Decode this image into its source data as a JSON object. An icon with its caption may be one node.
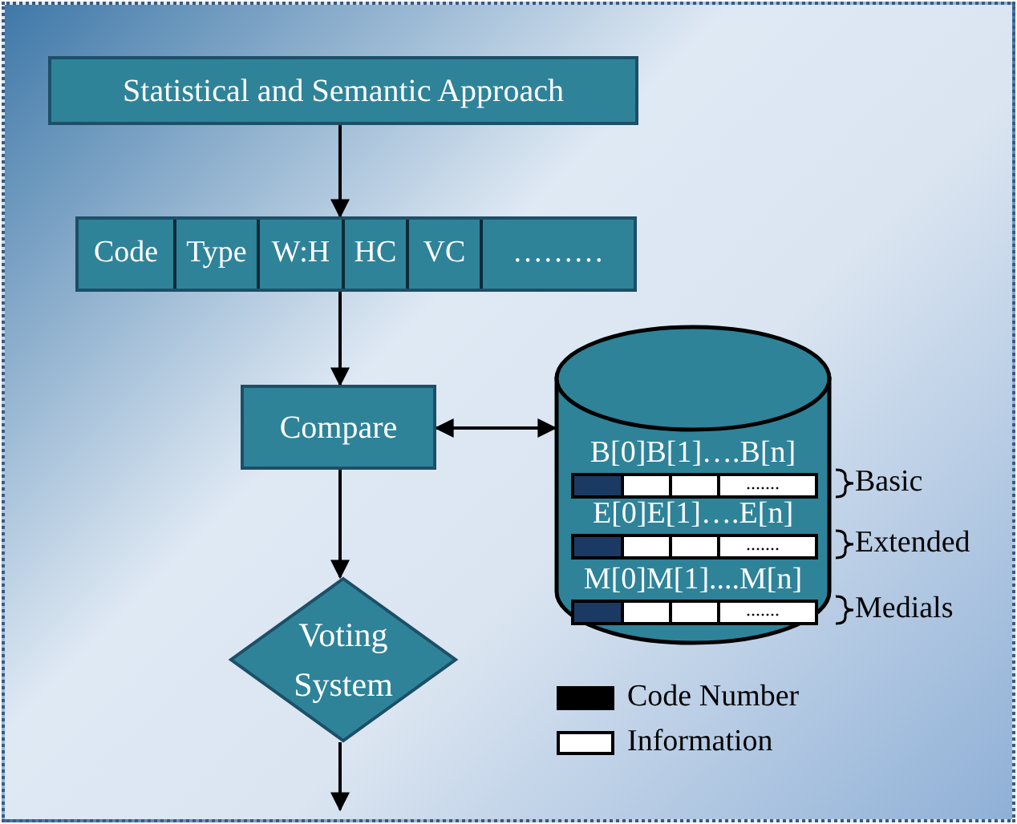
{
  "diagram": {
    "nodes": [
      {
        "text": [
          "Statistical and Semantic Approach"
        ]
      },
      {
        "text": [],
        "shape": "box"
      },
      {
        "text": [
          "Code"
        ],
        "in": 1
      },
      {
        "text": [
          "Type"
        ],
        "in": 1
      },
      {
        "text": [
          "W:H"
        ],
        "in": 1
      },
      {
        "text": [
          "HC"
        ],
        "in": 1
      },
      {
        "text": [
          "VC"
        ],
        "in": 1
      },
      {
        "text": [
          "………"
        ],
        "in": 1
      },
      {
        "text": [
          "Compare"
        ]
      },
      {
        "text": [
          "B[0]B[1]….B[n]",
          "E[0]E[1]….E[n]",
          "M[0]M[1]....M[n]"
        ],
        "beside": [
          "Basic",
          "Extended",
          "Medials"
        ]
      },
      {
        "text": [
          "Voting System"
        ]
      }
    ],
    "edges": [
      {
        "from": 0,
        "to": 1,
        "arrow": "to"
      },
      {
        "from": 1,
        "to": 8,
        "arrow": "to"
      },
      {
        "from": 8,
        "to": 9,
        "arrow": "both"
      },
      {
        "from": 8,
        "to": 10,
        "arrow": "to"
      },
      {
        "from": 10,
        "to": null,
        "arrow": "to"
      }
    ],
    "labels": [
      ".......",
      ".......",
      "......."
    ],
    "legend": [
      {
        "text": "Code Number",
        "color": "#000000"
      },
      {
        "text": "Information",
        "color": "#ffffff"
      }
    ]
  }
}
